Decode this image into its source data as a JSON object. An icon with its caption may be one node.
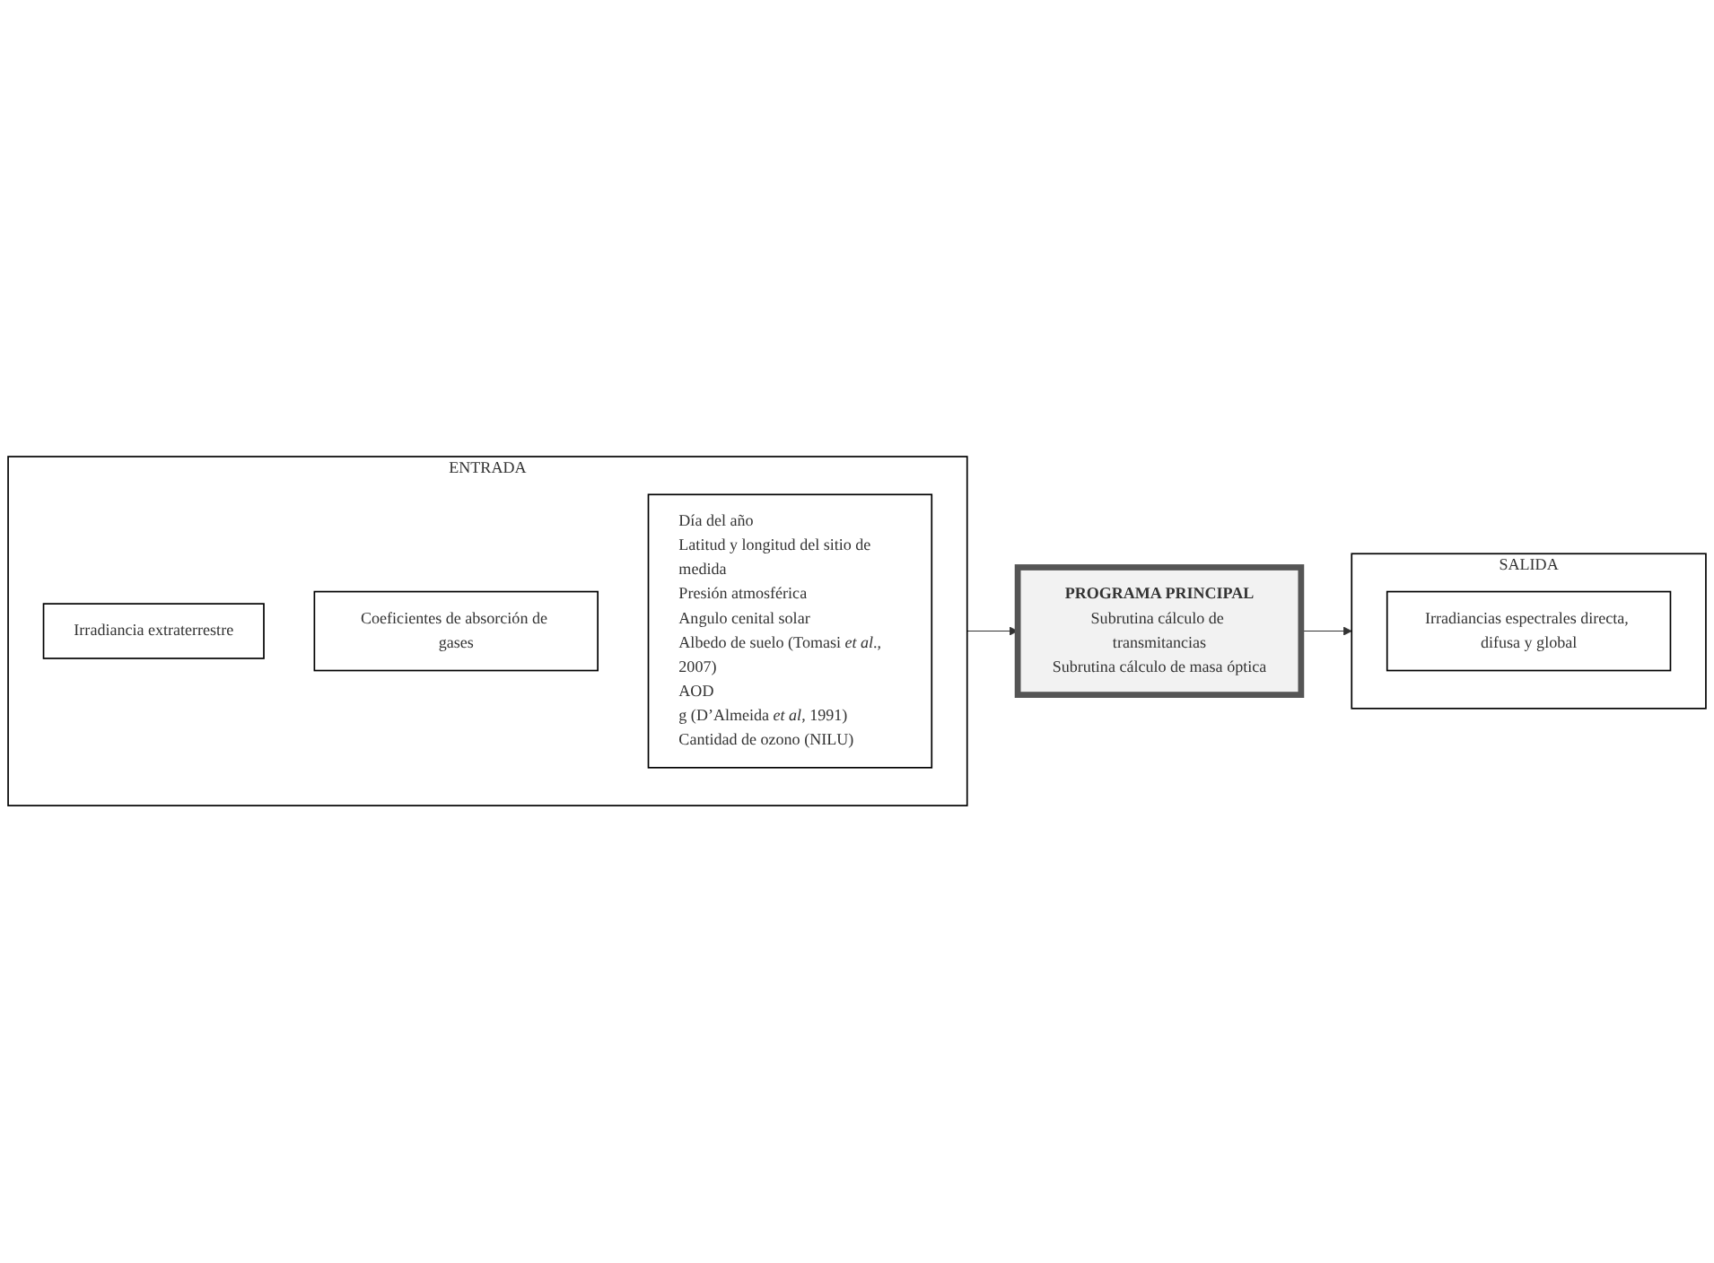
{
  "diagram": {
    "nodes": [
      {
        "text": [
          "ENTRADA"
        ]
      },
      {
        "text": [
          "Irradiancia extraterrestre"
        ],
        "in": 0
      },
      {
        "text": [
          "Coeficientes de absorción de gases"
        ],
        "in": 0
      },
      {
        "text": [
          "Día del año",
          "Latitud y longitud del sitio de medida",
          "Presión atmosférica",
          "Angulo cenital solar",
          "Albedo de suelo (Tomasi *et al*., 2007)",
          "AOD",
          "g (D’Almeida *et al*, 1991)",
          "Cantidad de ozono (NILU)"
        ],
        "in": 0
      },
      {
        "text": [
          "PROGRAMA PRINCIPAL",
          "Subrutina cálculo de transmitancias",
          "Subrutina cálculo de masa óptica"
        ]
      },
      {
        "text": [
          "SALIDA"
        ]
      },
      {
        "text": [
          "Irradiancias espectrales directa, difusa y global"
        ],
        "in": 5
      }
    ],
    "edges": [
      {
        "from": 0,
        "to": 4,
        "arrow": "to"
      },
      {
        "from": 4,
        "to": 5,
        "arrow": "to"
      }
    ]
  }
}
